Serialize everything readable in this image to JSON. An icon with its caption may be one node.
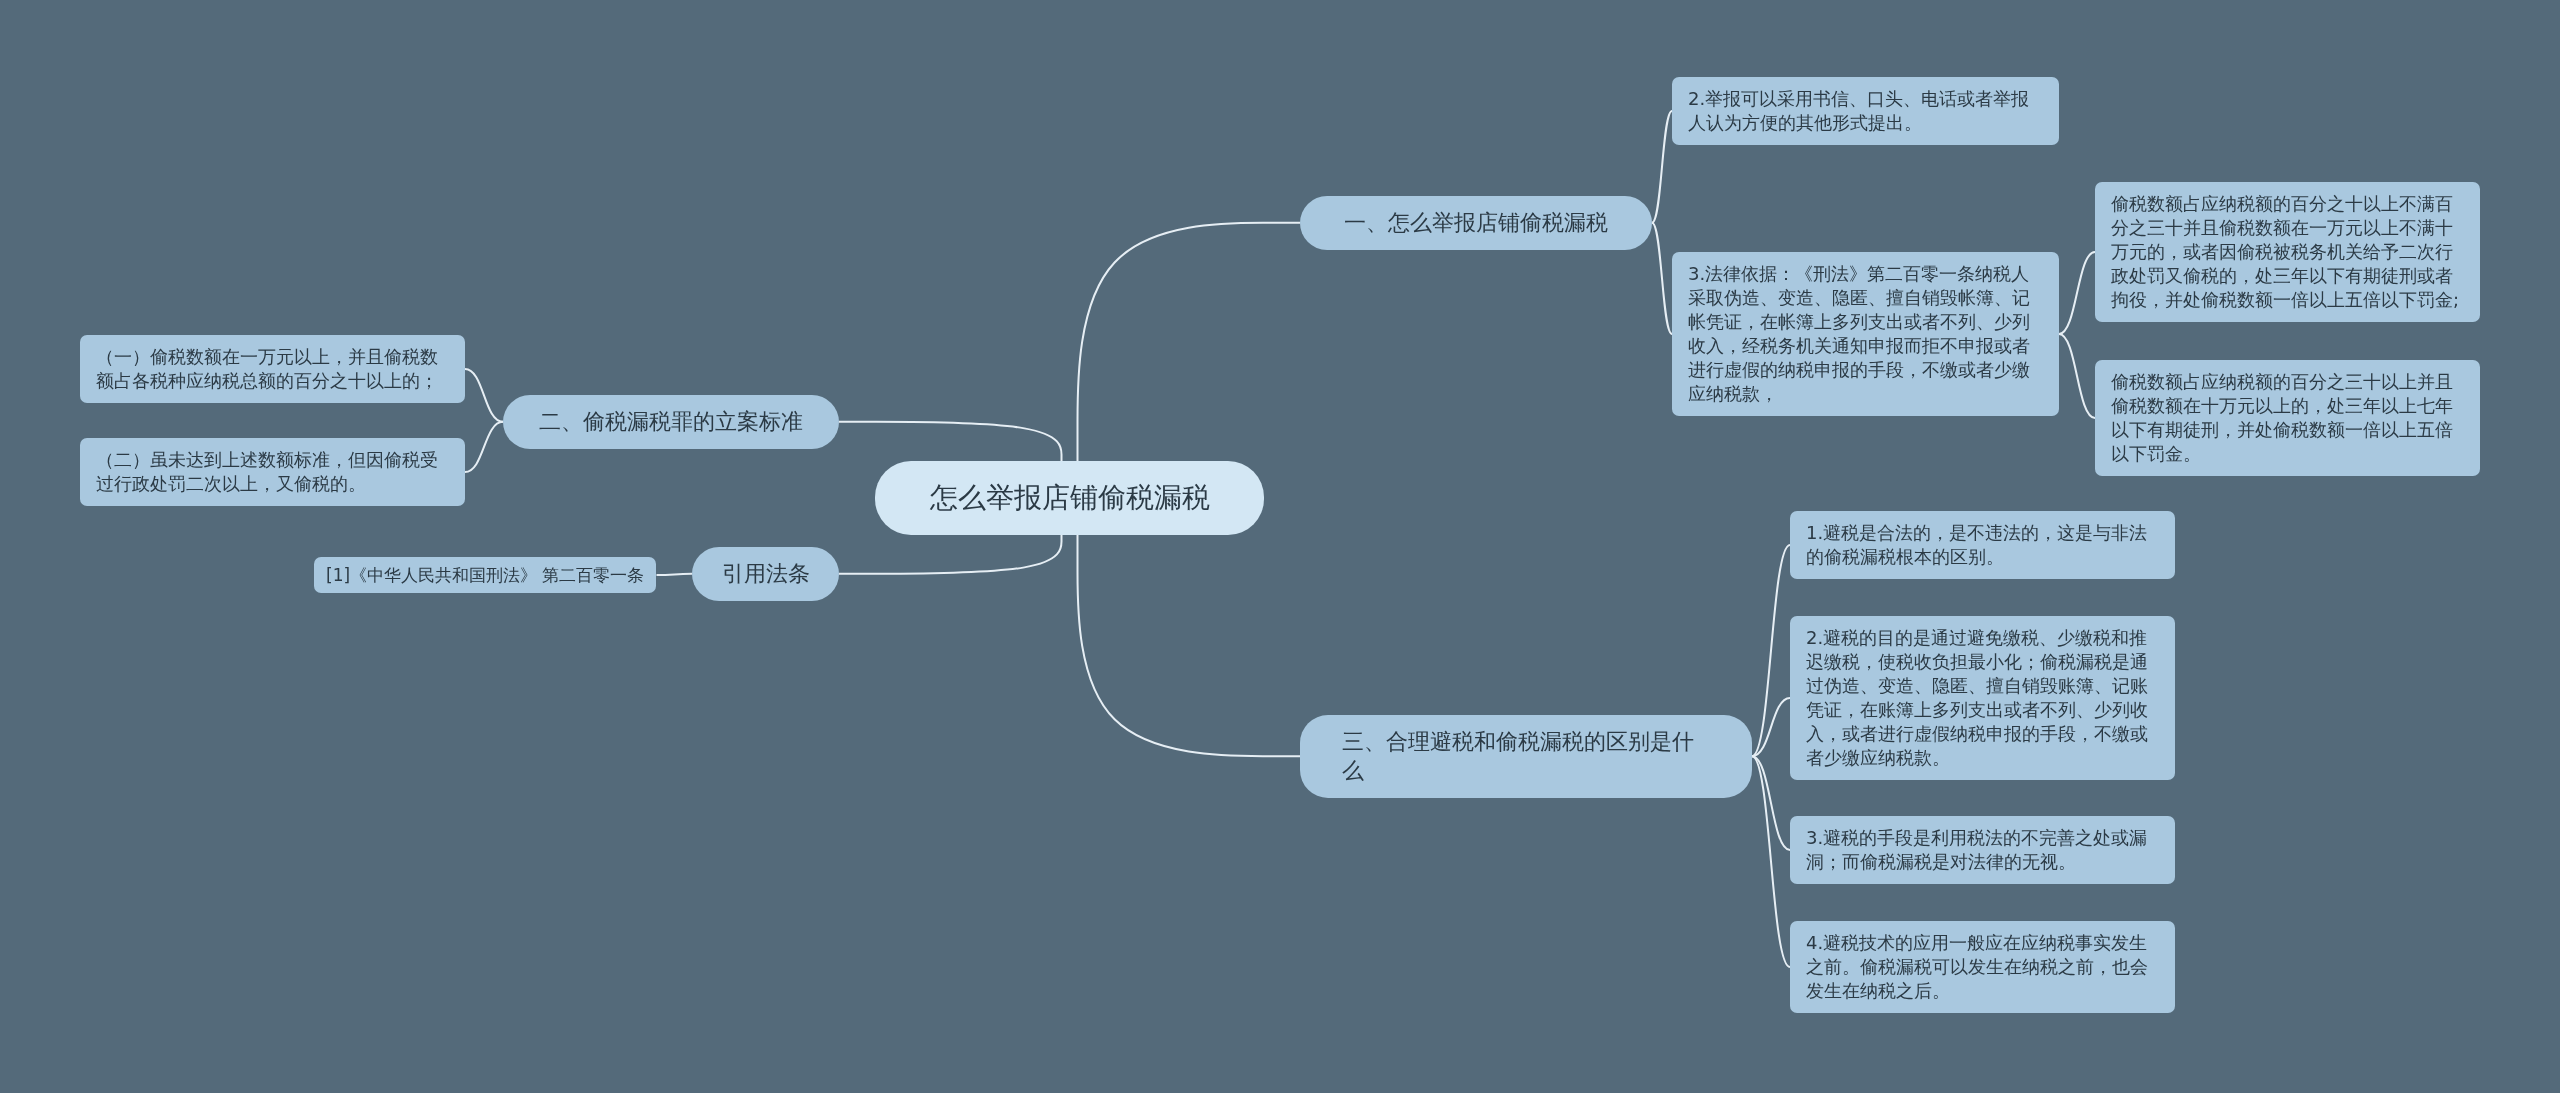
{
  "diagram": {
    "nodes": [
      {
        "text": [
          "怎么举报店铺偷税漏税"
        ]
      },
      {
        "text": [
          "一、怎么举报店铺偷税漏税"
        ]
      },
      {
        "text": [
          "2.举报可以采用书信、口头、电话或者举报人认为方便的其他形式提出。"
        ]
      },
      {
        "text": [
          "3.法律依据：《刑法》第二百零一条纳税人采取伪造、变造、隐匿、擅自销毁帐簿、记帐凭证，在帐簿上多列支出或者不列、少列收入，经税务机关通知申报而拒不申报或者进行虚假的纳税申报的手段，不缴或者少缴应纳税款，"
        ]
      },
      {
        "text": [
          "偷税数额占应纳税额的百分之十以上不满百分之三十并且偷税数额在一万元以上不满十万元的，或者因偷税被税务机关给予二次行政处罚又偷税的，处三年以下有期徒刑或者拘役，并处偷税数额一倍以上五倍以下罚金;"
        ]
      },
      {
        "text": [
          "偷税数额占应纳税额的百分之三十以上并且偷税数额在十万元以上的，处三年以上七年以下有期徒刑，并处偷税数额一倍以上五倍以下罚金。"
        ]
      },
      {
        "text": [
          "二、偷税漏税罪的立案标准"
        ]
      },
      {
        "text": [
          "（一）偷税数额在一万元以上，并且偷税数额占各税种应纳税总额的百分之十以上的；"
        ]
      },
      {
        "text": [
          "（二）虽未达到上述数额标准，但因偷税受过行政处罚二次以上，又偷税的。"
        ]
      },
      {
        "text": [
          "引用法条"
        ]
      },
      {
        "text": [
          "[1]《中华人民共和国刑法》 第二百零一条"
        ]
      },
      {
        "text": [
          "三、合理避税和偷税漏税的区别是什么"
        ]
      },
      {
        "text": [
          "1.避税是合法的，是不违法的，这是与非法的偷税漏税根本的区别。"
        ]
      },
      {
        "text": [
          "2.避税的目的是通过避免缴税、少缴税和推迟缴税，使税收负担最小化；偷税漏税是通过伪造、变造、隐匿、擅自销毁账簿、记账凭证，在账簿上多列支出或者不列、少列收入，或者进行虚假纳税申报的手段，不缴或者少缴应纳税款。"
        ]
      },
      {
        "text": [
          "3.避税的手段是利用税法的不完善之处或漏洞；而偷税漏税是对法律的无视。"
        ]
      },
      {
        "text": [
          "4.避税技术的应用一般应在应纳税事实发生之前。偷税漏税可以发生在纳税之前，也会发生在纳税之后。"
        ]
      }
    ],
    "edges": [
      {
        "from": 0,
        "to": 1,
        "arrow": "none"
      },
      {
        "from": 1,
        "to": 2,
        "arrow": "none"
      },
      {
        "from": 1,
        "to": 3,
        "arrow": "none"
      },
      {
        "from": 3,
        "to": 4,
        "arrow": "none"
      },
      {
        "from": 3,
        "to": 5,
        "arrow": "none"
      },
      {
        "from": 0,
        "to": 6,
        "arrow": "none"
      },
      {
        "from": 6,
        "to": 7,
        "arrow": "none"
      },
      {
        "from": 6,
        "to": 8,
        "arrow": "none"
      },
      {
        "from": 0,
        "to": 9,
        "arrow": "none"
      },
      {
        "from": 9,
        "to": 10,
        "arrow": "none"
      },
      {
        "from": 0,
        "to": 11,
        "arrow": "none"
      },
      {
        "from": 11,
        "to": 12,
        "arrow": "none"
      },
      {
        "from": 11,
        "to": 13,
        "arrow": "none"
      },
      {
        "from": 11,
        "to": 14,
        "arrow": "none"
      },
      {
        "from": 11,
        "to": 15,
        "arrow": "none"
      }
    ]
  }
}
